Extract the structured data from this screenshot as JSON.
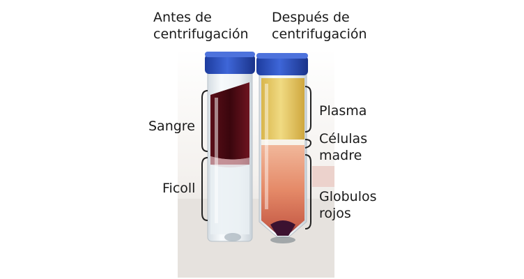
{
  "header": {
    "before_label": "Antes de\ncentrifugación",
    "after_label": "Después de\ncentrifugación"
  },
  "left_tube": {
    "blood_label": "Sangre",
    "ficoll_label": "Ficoll"
  },
  "right_tube": {
    "plasma_label": "Plasma",
    "stem_cells_label": "Células\nmadre",
    "red_cells_label": "Globulos\nrojos"
  },
  "colors": {
    "cap": "#2f56c8",
    "blood": "#4a0a12",
    "plasma": "#e4c766",
    "red_cells": "#e58c6c",
    "ficoll": "#e8eef2"
  }
}
